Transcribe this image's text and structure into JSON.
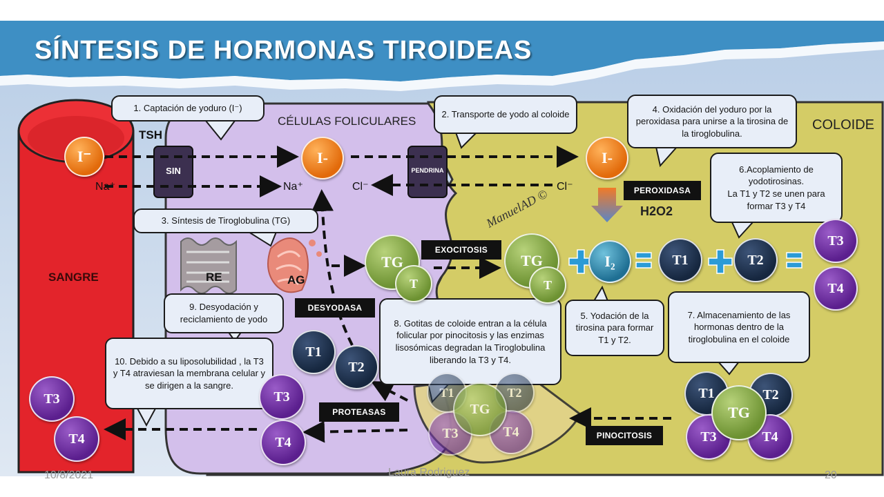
{
  "title": "SÍNTESIS DE HORMONAS TIROIDEAS",
  "regions": {
    "sangre": "SANGRE",
    "celulas": "CÉLULAS FOLICULARES",
    "coloide": "COLOIDE"
  },
  "steps": {
    "s1": "1. Captación de yoduro (I⁻)",
    "s2": "2. Transporte de yodo al coloide",
    "s3": "3. Síntesis de Tiroglobulina (TG)",
    "s4": "4. Oxidación del yoduro por la peroxidasa para unirse a la tirosina de la tiroglobulina.",
    "s5": "5. Yodación de la tirosina para formar T1 y T2.",
    "s6": "6.Acoplamiento de yodotirosinas.\nLa T1 y T2 se unen para formar T3 y T4",
    "s7": "7. Almacenamiento de las hormonas dentro de la tiroglobulina en el coloide",
    "s8": "8. Gotitas de coloide entran a la célula folicular por pinocitosis y las enzimas lisosómicas degradan la Tiroglobulina liberando la T3 y T4.",
    "s9": "9. Desyodación y reciclamiento de yodo",
    "s10": "10. Debido a su liposolubilidad , la T3 y T4 atraviesan la membrana celular y se dirigen a la sangre."
  },
  "tags": {
    "exocitosis": "EXOCITOSIS",
    "peroxidasa": "PEROXIDASA",
    "desyodasa": "DESYODASA",
    "proteasas": "PROTEASAS",
    "pinocitosis": "PINOCITOSIS",
    "sin": "SIN",
    "pendrina": "PENDRINA"
  },
  "labels": {
    "tsh": "TSH",
    "h2o2": "H2O2",
    "re": "RE",
    "ag": "AG",
    "na1": "Na⁺",
    "na2": "Na⁺",
    "cl1": "Cl⁻",
    "cl2": "Cl⁻",
    "signature": "ManuelAD ©"
  },
  "molecules": {
    "iodide_blood": "I⁻",
    "iodide_cell": "I-",
    "iodide_colloid": "I-",
    "tg": "TG",
    "t": "T",
    "i2": "I₂",
    "t1": "T1",
    "t2": "T2",
    "t3": "T3",
    "t4": "T4",
    "plus": "+",
    "equals": "="
  },
  "footer": {
    "date": "10/8/2021",
    "author": "Laura Rodriguez",
    "page": "20"
  },
  "colors": {
    "banner": "#3d8fc4",
    "blood": "#e3242b",
    "cell": "#d4c0ec",
    "colloid": "#d8d06a",
    "navy": "#1c2e4a",
    "purple": "#6a2a9c",
    "green": "#7fa03c",
    "orange": "#f08a1c"
  }
}
